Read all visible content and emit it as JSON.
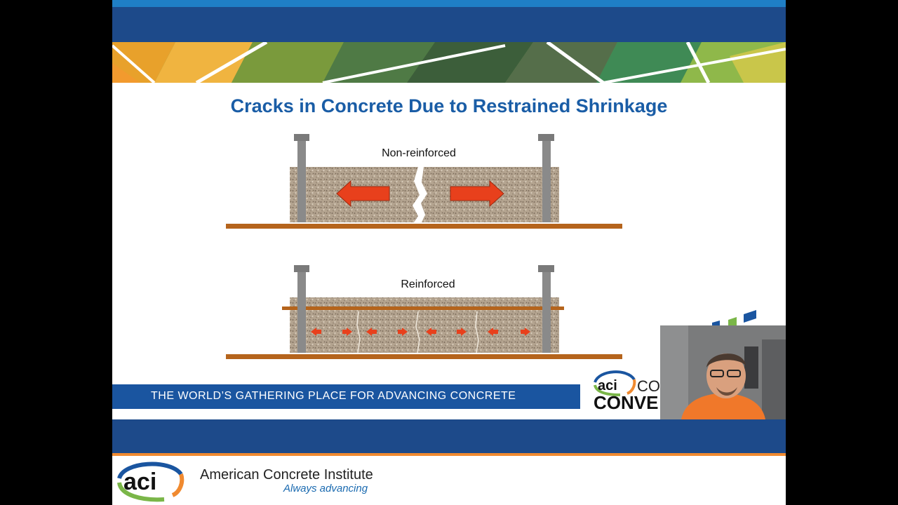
{
  "slide": {
    "title": "Cracks in Concrete Due to Restrained Shrinkage",
    "diagram_top_label": "Non-reinforced",
    "diagram_bottom_label": "Reinforced",
    "tagline": "THE WORLD’S GATHERING PLACE FOR ADVANCING CONCRETE"
  },
  "convention_logo": {
    "aci": "aci",
    "line1": "CO",
    "line2": "CONVE"
  },
  "footer": {
    "logo_text": "aci",
    "org_name": "American Concrete Institute",
    "org_tagline": "Always advancing"
  },
  "colors": {
    "primary_blue": "#1d4a8a",
    "accent_blue": "#1f7fc6",
    "title_blue": "#1a5da6",
    "arrow_red": "#e8401c",
    "ground_brown": "#b5641c",
    "footer_orange": "#f08a30"
  }
}
